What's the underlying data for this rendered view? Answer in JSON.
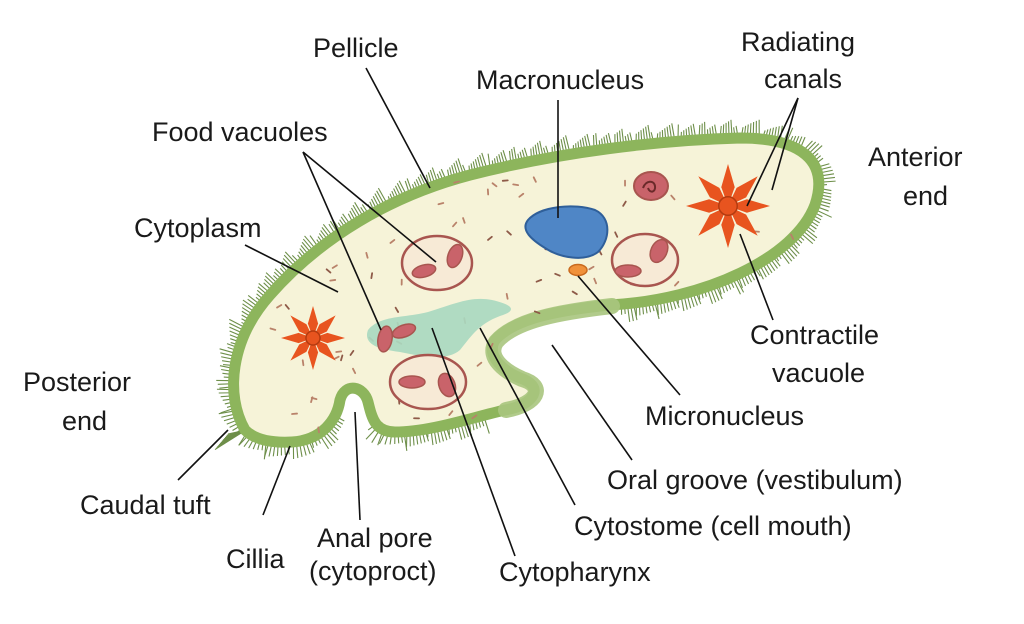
{
  "diagram": {
    "colors": {
      "membrane": "#8db55c",
      "membrane_dark": "#5f8a35",
      "cytoplasm": "#f6f3d8",
      "cilia": "#6e8f4a",
      "macronucleus": "#4f86c6",
      "micronucleus": "#f0913a",
      "vacuole_ring": "#a8554f",
      "vacuole_inner": "#c9636a",
      "food_fill": "#f7ead6",
      "contractile": "#e8541f",
      "pharynx": "#a9d8c0"
    },
    "labels": {
      "pellicle": "Pellicle",
      "macronucleus": "Macronucleus",
      "radiating_canals_1": "Radiating",
      "radiating_canals_2": "canals",
      "food_vacuoles": "Food vacuoles",
      "anterior_1": "Anterior",
      "anterior_2": "end",
      "cytoplasm": "Cytoplasm",
      "contractile_1": "Contractile",
      "contractile_2": "vacuole",
      "posterior_1": "Posterior",
      "posterior_2": "end",
      "micronucleus": "Micronucleus",
      "oral_groove": "Oral groove (vestibulum)",
      "caudal_tuft": "Caudal tuft",
      "cytostome": "Cytostome (cell mouth)",
      "anal_pore_1": "Anal pore",
      "anal_pore_2": "(cytoproct)",
      "cilia": "Cillia",
      "cytopharynx": "Cytopharynx"
    }
  }
}
